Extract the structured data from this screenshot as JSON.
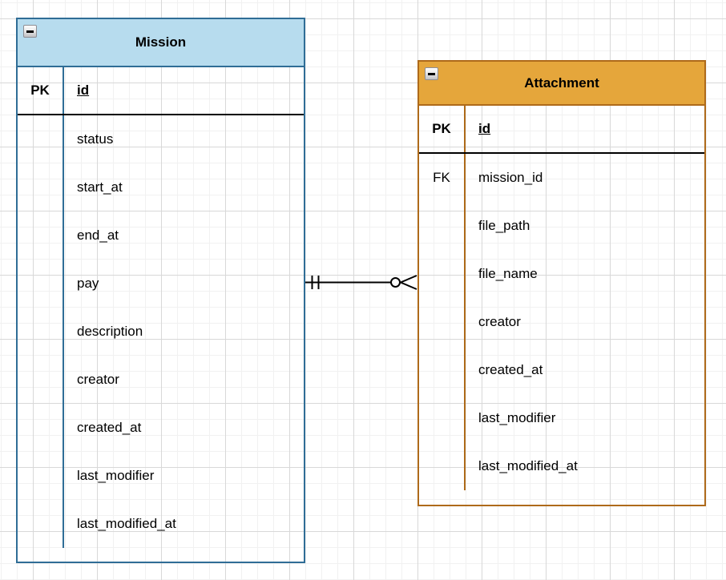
{
  "canvas": {
    "background": "#ffffff",
    "grid_minor_color": "#f1f1f1",
    "grid_major_color": "#d8d8d8"
  },
  "entities": [
    {
      "title": "Mission",
      "header_fill": "#b7dcee",
      "border_color": "#2f6d96",
      "collapse_icon": "minus-icon",
      "rows": [
        {
          "key": "PK",
          "field": "id"
        },
        {
          "key": "",
          "field": "status"
        },
        {
          "key": "",
          "field": "start_at"
        },
        {
          "key": "",
          "field": "end_at"
        },
        {
          "key": "",
          "field": "pay"
        },
        {
          "key": "",
          "field": "description"
        },
        {
          "key": "",
          "field": "creator"
        },
        {
          "key": "",
          "field": "created_at"
        },
        {
          "key": "",
          "field": "last_modifier"
        },
        {
          "key": "",
          "field": "last_modified_at"
        }
      ]
    },
    {
      "title": "Attachment",
      "header_fill": "#e5a63b",
      "border_color": "#ae6a1a",
      "collapse_icon": "minus-icon",
      "rows": [
        {
          "key": "PK",
          "field": "id"
        },
        {
          "key": "FK",
          "field": "mission_id"
        },
        {
          "key": "",
          "field": "file_path"
        },
        {
          "key": "",
          "field": "file_name"
        },
        {
          "key": "",
          "field": "creator"
        },
        {
          "key": "",
          "field": "created_at"
        },
        {
          "key": "",
          "field": "last_modifier"
        },
        {
          "key": "",
          "field": "last_modified_at"
        }
      ]
    }
  ],
  "relationship": {
    "from_entity": "Mission",
    "to_entity": "Attachment",
    "from_cardinality": "one-and-only-one",
    "to_cardinality": "zero-or-many",
    "line_color": "#000000"
  }
}
